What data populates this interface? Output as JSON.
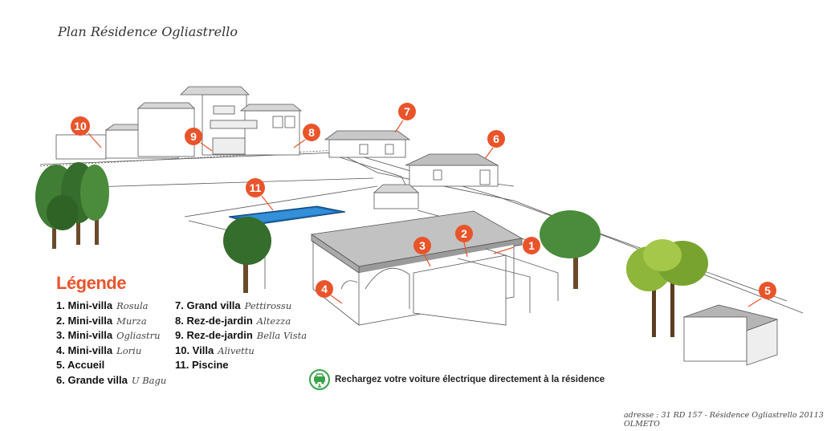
{
  "page": {
    "title": "Plan Résidence Ogliastrello"
  },
  "legend": {
    "title": "Légende",
    "items": [
      {
        "label": "1. Mini-villa",
        "name": "Rosula"
      },
      {
        "label": "2. Mini-villa",
        "name": "Murza"
      },
      {
        "label": "3. Mini-villa",
        "name": "Ogliastru"
      },
      {
        "label": "4. Mini-villa",
        "name": "Loriu"
      },
      {
        "label": "5. Accueil",
        "name": ""
      },
      {
        "label": "6. Grande villa",
        "name": "U Bagu"
      },
      {
        "label": "7. Grand villa",
        "name": "Pettirossu"
      },
      {
        "label": "8. Rez-de-jardin",
        "name": "Altezza"
      },
      {
        "label": "9. Rez-de-jardin",
        "name": "Bella Vista"
      },
      {
        "label": "10. Villa",
        "name": "Alivettu"
      },
      {
        "label": "11. Piscine",
        "name": ""
      }
    ]
  },
  "markers": [
    "1",
    "2",
    "3",
    "4",
    "5",
    "6",
    "7",
    "8",
    "9",
    "10",
    "11"
  ],
  "ev": {
    "text": "Rechargez votre voiture électrique directement à la résidence",
    "icon": "ev-charging-icon"
  },
  "footer": {
    "address": "adresse : 31 RD 157 - Résidence Ogliastrello 20113 OLMETO"
  },
  "colors": {
    "accent": "#e9542b",
    "pool": "#1e6fb5",
    "tree": "#3f7e34",
    "ev": "#3aa24a"
  }
}
